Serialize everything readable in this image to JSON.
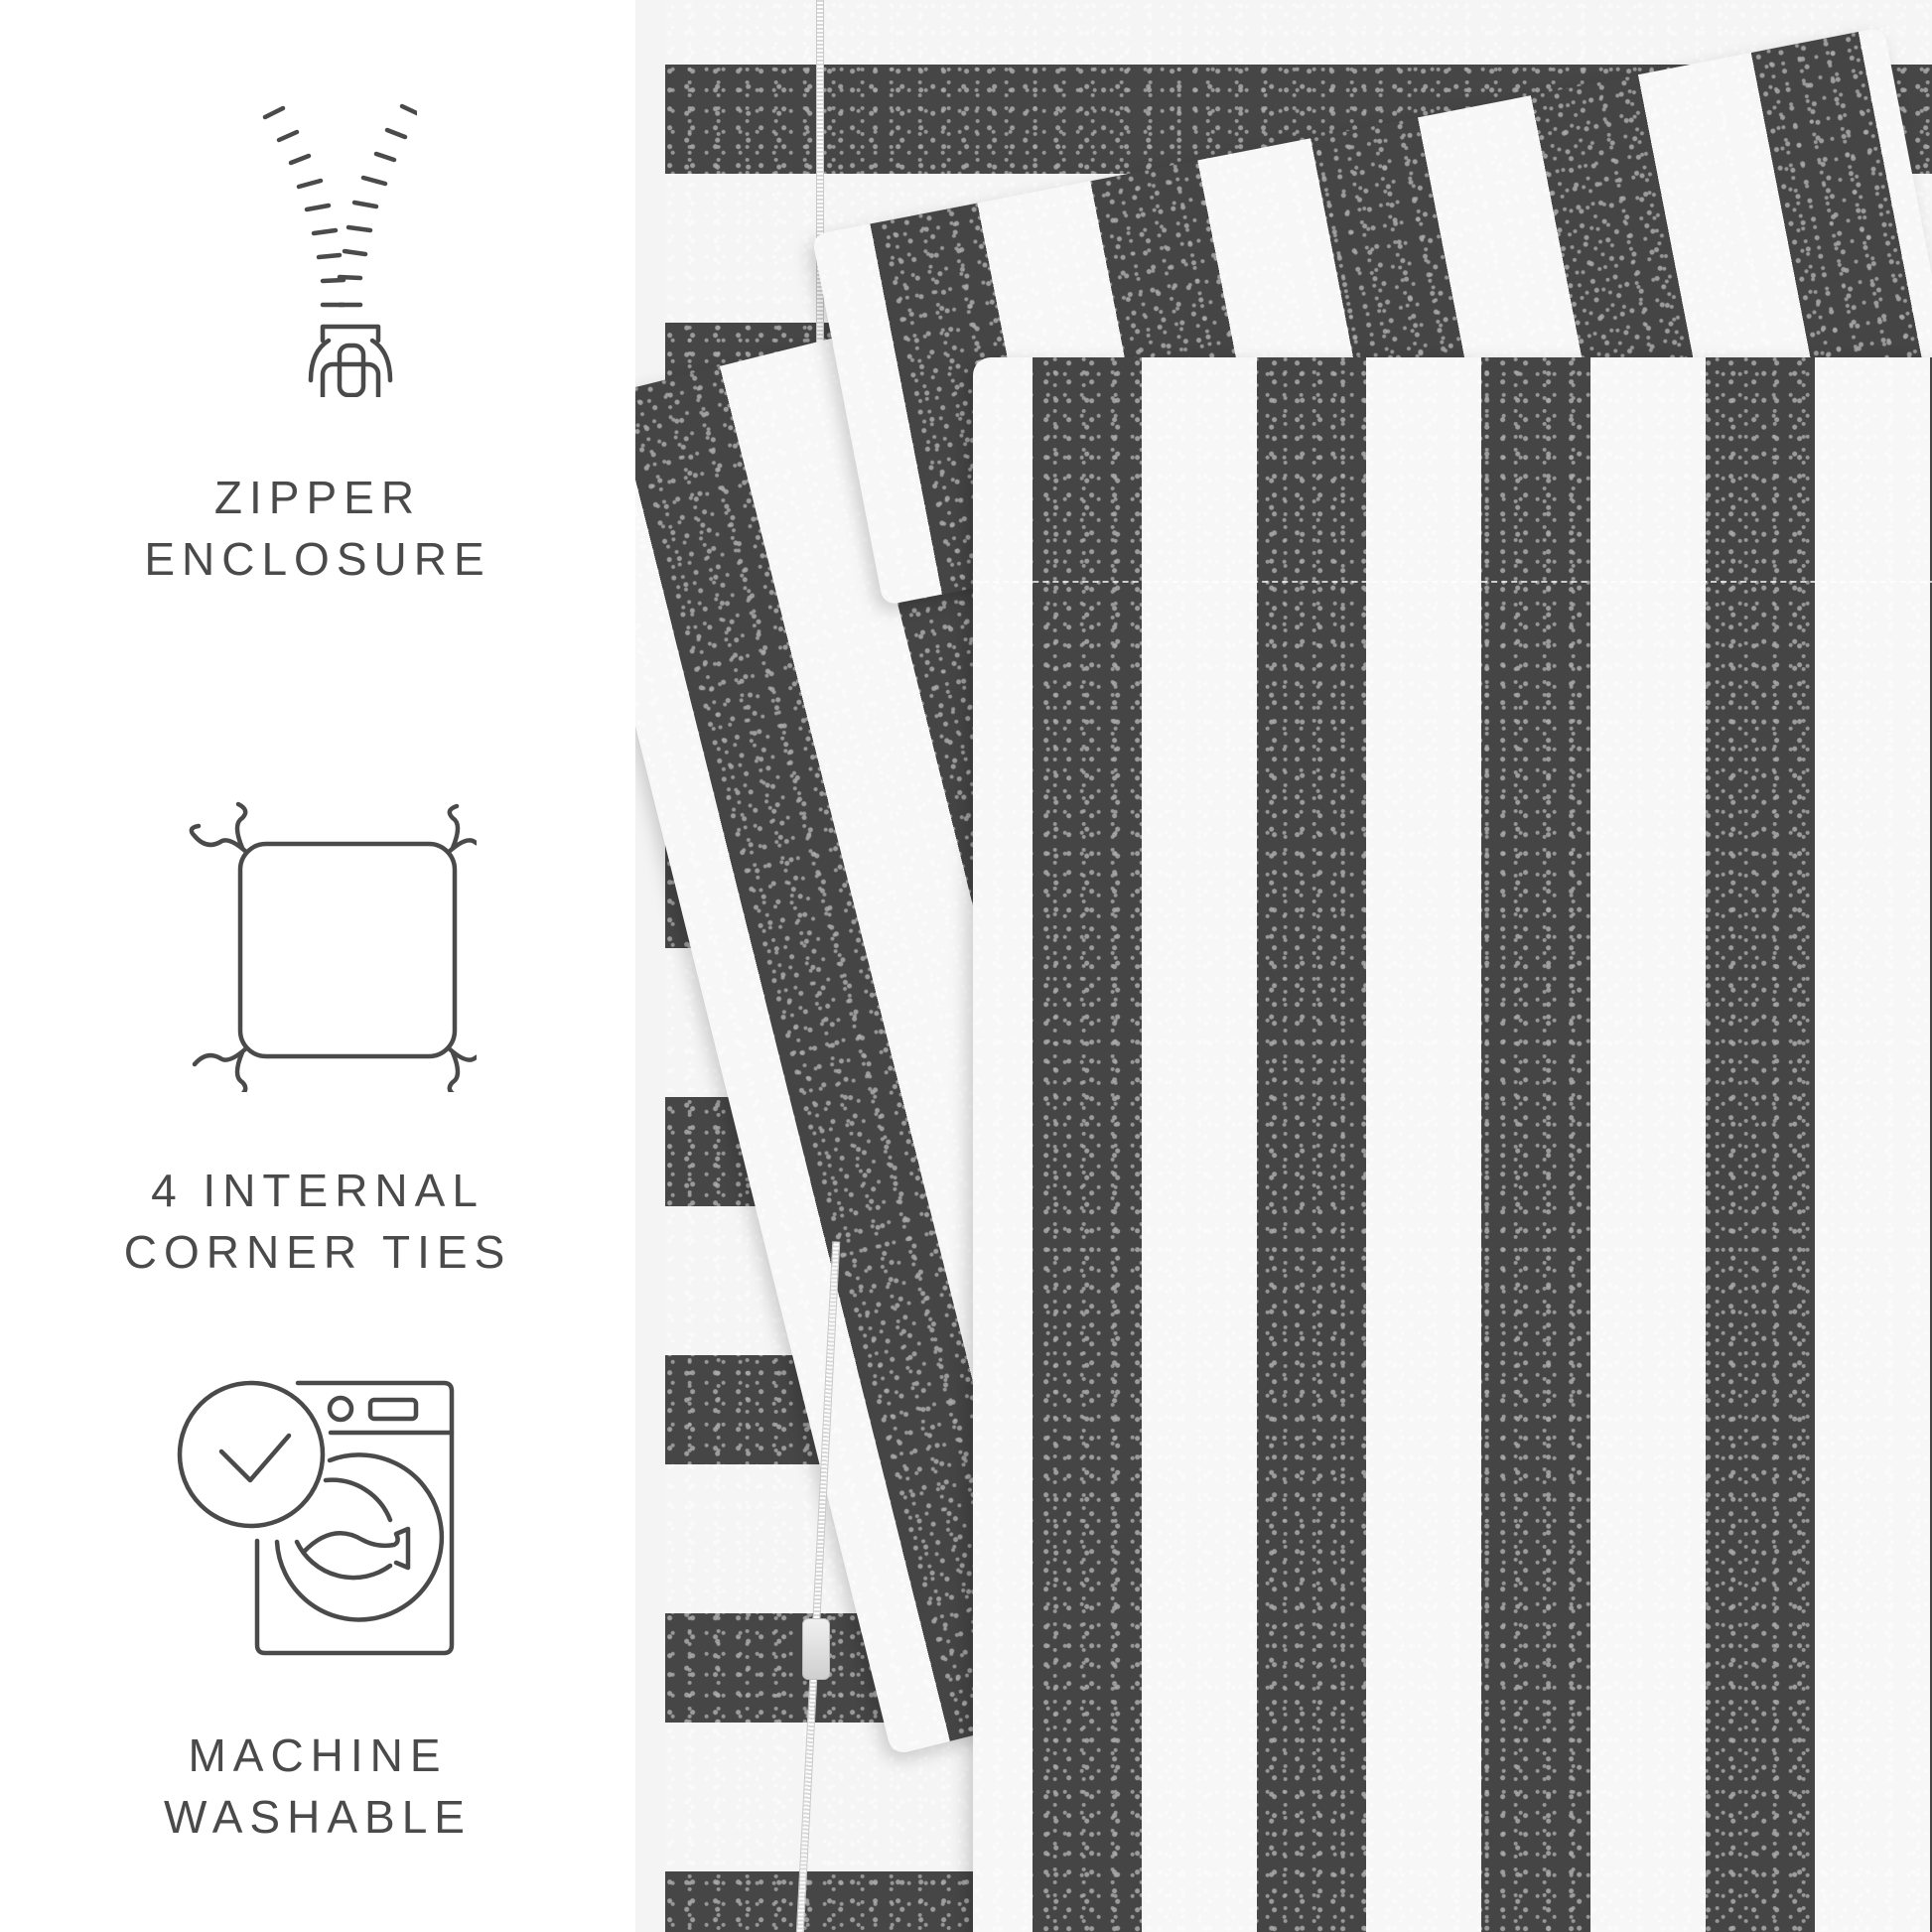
{
  "features": [
    {
      "id": "zipper",
      "icon": "zipper-icon",
      "lines": [
        "ZIPPER",
        "ENCLOSURE"
      ]
    },
    {
      "id": "corner_ties",
      "icon": "corner-ties-icon",
      "lines": [
        "4 INTERNAL",
        "CORNER TIES"
      ]
    },
    {
      "id": "machine_washable",
      "icon": "washing-machine-check-icon",
      "lines": [
        "MACHINE",
        "WASHABLE"
      ]
    }
  ],
  "colors": {
    "icon_stroke": "#4a4a4a",
    "label_text": "#4a4a4a",
    "stripe_dark": "#464646",
    "stripe_light": "#f5f5f5",
    "background": "#ffffff"
  },
  "product_image": {
    "description": "Folded duvet cover and pillow sham in charcoal speckled stripe print with zipper",
    "pattern": "speckled-stripe"
  }
}
